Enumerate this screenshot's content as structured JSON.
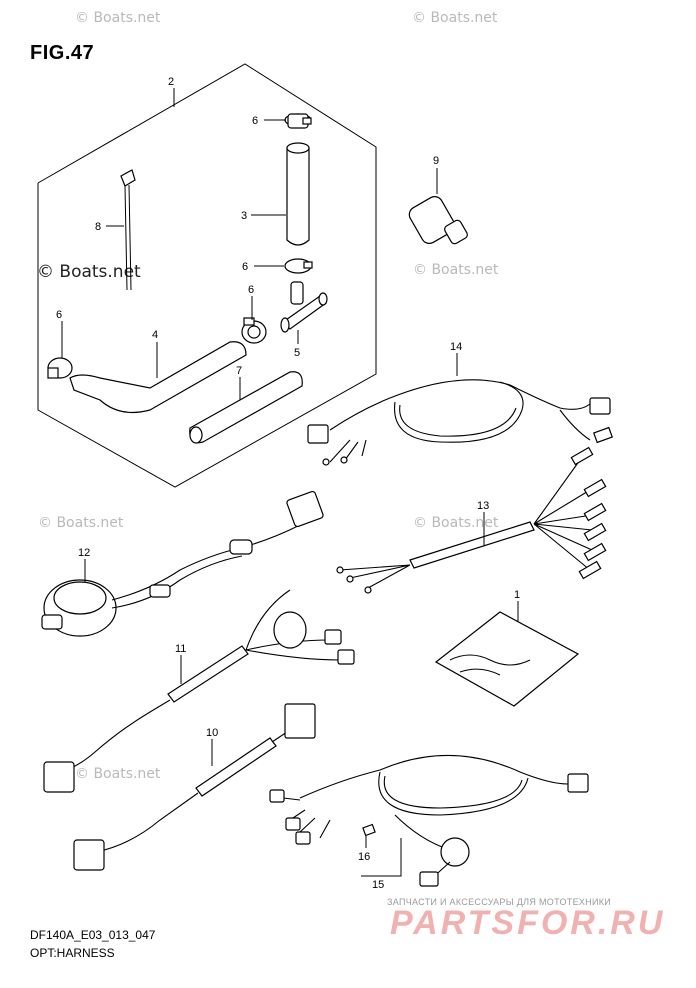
{
  "figure": {
    "title": "FIG.47",
    "code": "DF140A_E03_013_047",
    "name": "OPT:HARNESS"
  },
  "watermarks": [
    "© Boats.net",
    "© Boats.net",
    "© Boats.net",
    "© Boats.net",
    "© Boats.net",
    "© Boats.net",
    "© Boats.net"
  ],
  "brand": {
    "tagline": "ЗАПЧАСТИ И АКСЕССУАРЫ ДЛЯ МОТОТЕХНИКИ",
    "logo": "PARTSFOR.RU"
  },
  "callouts": [
    "2",
    "6",
    "3",
    "6",
    "8",
    "9",
    "6",
    "6",
    "4",
    "5",
    "7",
    "14",
    "13",
    "12",
    "1",
    "11",
    "10",
    "16",
    "15"
  ],
  "colors": {
    "line": "#000000",
    "watermark": "#b9b9b9",
    "logo": "#f2b1b1"
  }
}
